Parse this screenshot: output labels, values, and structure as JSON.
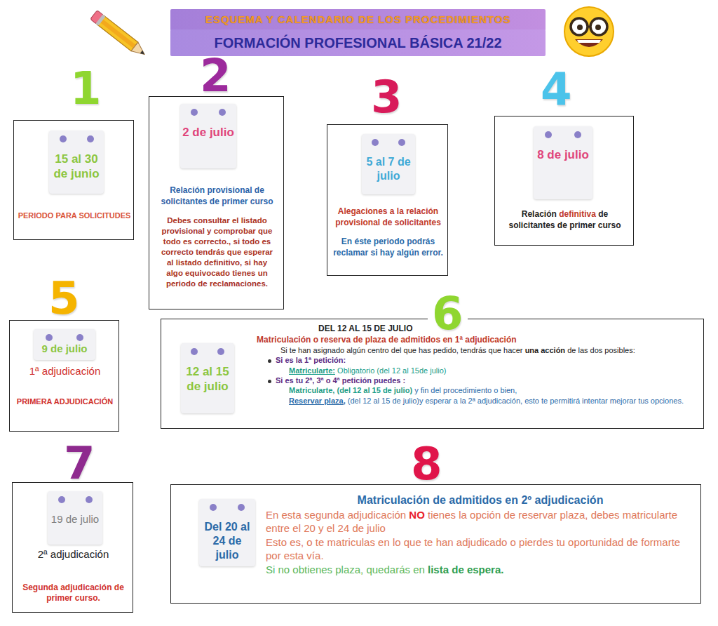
{
  "diagram": {
    "nodes": [
      {
        "text": [
          "ESQUEMA Y CALENDARIO DE LOS PROCEDIMIENTOS"
        ]
      },
      {
        "text": [
          "FORMACIÓN PROFESIONAL BÁSICA 21/22"
        ]
      },
      {
        "text": [
          "1",
          "PERIODO PARA SOLICITUDES"
        ]
      },
      {
        "text": [
          "15 al 30 de junio"
        ],
        "in": 2
      },
      {
        "text": [
          "2",
          "Relación provisional de solicitantes de primer curso",
          "Debes consultar el listado provisional y comprobar que todo es correcto., si todo es correcto tendrás que esperar al listado definitivo, si hay algo equivocado tienes un periodo de reclamaciones."
        ]
      },
      {
        "text": [
          "2 de julio"
        ],
        "in": 4
      },
      {
        "text": [
          "3",
          "Alegaciones a la relación provisional de solicitantes",
          "En éste periodo podrás reclamar si hay algún error."
        ]
      },
      {
        "text": [
          "5 al 7 de julio"
        ],
        "in": 6
      },
      {
        "text": [
          "4",
          "Relación",
          "definitiva",
          "de solicitantes de primer curso"
        ]
      },
      {
        "text": [
          "8 de julio"
        ],
        "in": 8
      },
      {
        "text": [
          "5",
          "1ª adjudicación",
          "PRIMERA ADJUDICACIÓN"
        ]
      },
      {
        "text": [
          "9 de julio"
        ],
        "in": 10
      },
      {
        "text": [
          "6",
          "DEL 12 AL 15 DE JULIO",
          "Matriculación o reserva de plaza de admitidos en 1ª adjudicación",
          "Si te han asignado algún centro del que has pedido, tendrás que hacer",
          "una acción",
          "de las dos posibles:",
          "Si es la 1ª petición:",
          "Matricularte:",
          "Obligatorio (del 12 al 15de julio)",
          "Si es tu 2ª, 3ª o 4ª petición puedes :",
          "Matricularte, (del 12 al 15 de julio)",
          "y fin del procedimiento o bien,",
          "Reservar plaza,",
          "(del 12 al 15 de julio)y esperar a la 2ª adjudicación, esto te permitirá intentar mejorar tus opciones."
        ]
      },
      {
        "text": [
          "12 al 15 de julio"
        ],
        "in": 12
      },
      {
        "text": [
          "7",
          "2ª adjudicación",
          "Segunda adjudicación de primer curso."
        ]
      },
      {
        "text": [
          "19 de julio"
        ],
        "in": 14
      },
      {
        "text": [
          "8",
          "Matriculación de admitidos en 2º adjudicación",
          "En esta segunda adjudicación",
          "NO",
          "tienes la opción de reservar plaza, debes matricularte entre el 20 y el 24 de julio",
          "Esto es, o te matriculas en lo que te han adjudicado o pierdes tu oportunidad de formarte por esta vía.",
          "Si no obtienes plaza, quedarás en",
          "lista de espera."
        ]
      },
      {
        "text": [
          "Del 20 al 24 de julio"
        ],
        "in": 16
      }
    ]
  }
}
